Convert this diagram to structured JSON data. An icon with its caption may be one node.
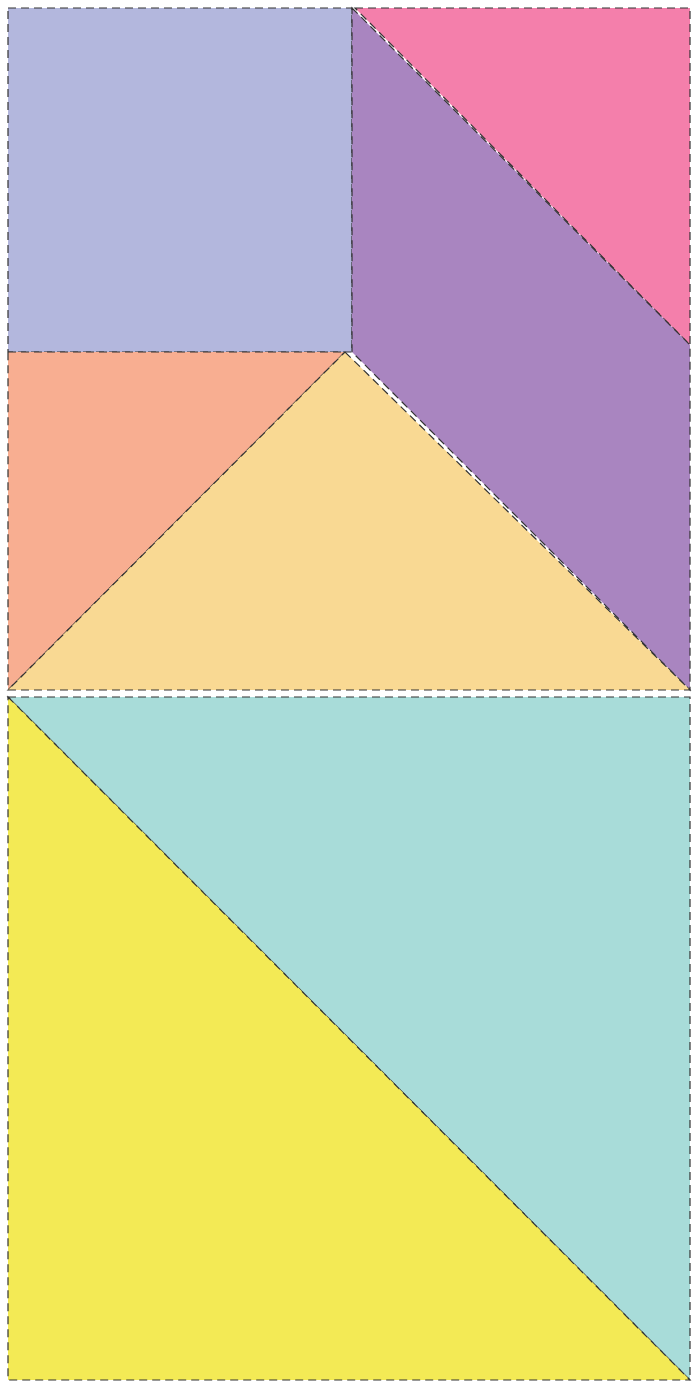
{
  "diagram": {
    "nodes": [
      {
        "text": [],
        "shape": "square"
      },
      {
        "text": [],
        "shape": "triangle"
      },
      {
        "text": [],
        "shape": "parallelogram"
      },
      {
        "text": [],
        "shape": "triangle"
      },
      {
        "text": [],
        "shape": "triangle"
      },
      {
        "text": [],
        "shape": "triangle"
      },
      {
        "text": [],
        "shape": "triangle"
      }
    ]
  }
}
